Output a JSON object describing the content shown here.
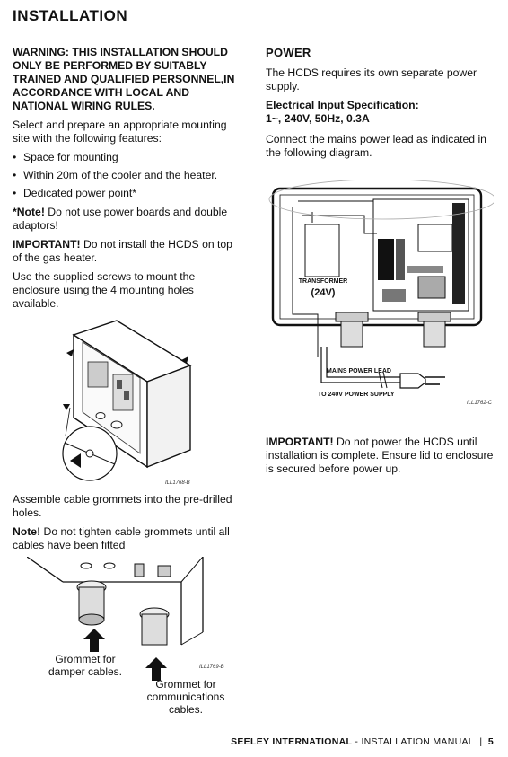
{
  "page": {
    "title": "INSTALLATION",
    "footer": {
      "brand": "SEELEY INTERNATIONAL",
      "separator": " - ",
      "manual": "INSTALLATION MANUAL",
      "pipe": "|",
      "page_number": "5"
    }
  },
  "left": {
    "warning": "WARNING: THIS INSTALLATION SHOULD ONLY BE PERFORMED BY SUITABLY TRAINED AND QUALIFIED PERSONNEL,IN ACCORDANCE WITH LOCAL AND NATIONAL WIRING RULES.",
    "intro": "Select and prepare an appropriate mounting site with the following features:",
    "features": [
      "Space for mounting",
      "Within 20m of the cooler and the heater.",
      "Dedicated power point*"
    ],
    "note_label": "*Note!",
    "note_text": " Do not use power boards and double adaptors!",
    "important_label": "IMPORTANT!",
    "important_text": " Do not install the HCDS on top of the gas heater.",
    "screws": "Use the supplied screws to mount the enclosure using the 4 mounting holes available.",
    "fig1_code": "ILL1768-B",
    "grommets": "Assemble cable grommets into the pre-drilled holes.",
    "note2_label": "Note!",
    "note2_text": " Do not tighten cable grommets until all cables have been fitted",
    "fig2_code": "ILL1769-B",
    "grommet_damper": "Grommet for damper cables.",
    "grommet_comms": "Grommet for communications cables."
  },
  "right": {
    "heading": "POWER",
    "power_text": "The HCDS requires its own separate power supply.",
    "spec_title": "Electrical Input Specification:",
    "spec_value": "1~, 240V, 50Hz, 0.3A",
    "connect": "Connect the mains power lead as indicated in the following diagram.",
    "transformer_label": "TRANSFORMER",
    "transformer_voltage": "(24V)",
    "mains_lead": "MAINS POWER LEAD",
    "to_supply": "TO 240V POWER SUPPLY",
    "fig3_code": "ILL1762-C",
    "important_label": "IMPORTANT!",
    "important_text": " Do not power the HCDS until installation is complete. Ensure lid to enclosure is secured before power up."
  }
}
